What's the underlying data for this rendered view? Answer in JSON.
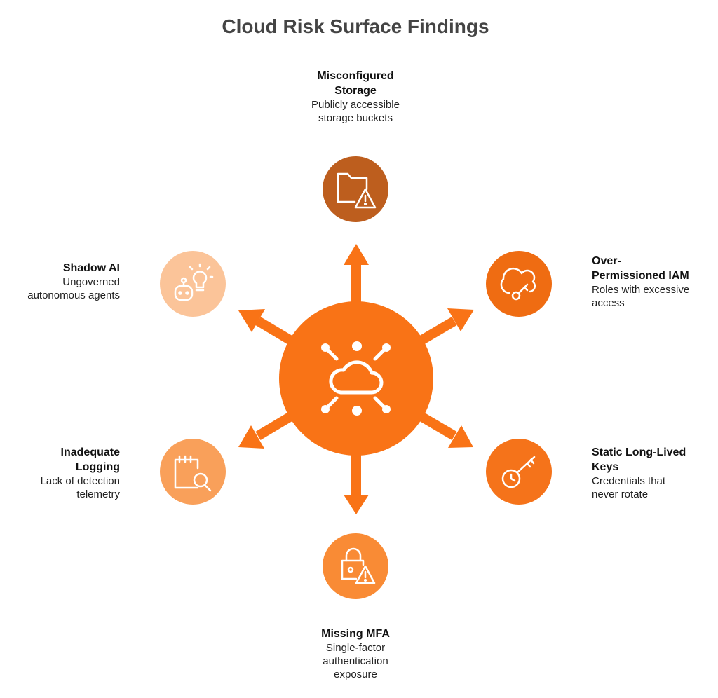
{
  "title": "Cloud Risk Surface Findings",
  "colors": {
    "center": "#f97316",
    "arrows": "#f97316",
    "storage": "#bd5e1e",
    "iam": "#ef6c12",
    "keys": "#f5731a",
    "mfa": "#f98b35",
    "logging": "#f9a05a",
    "shadow": "#fbc499"
  },
  "center": {
    "icon": "cloud-network-icon"
  },
  "findings": [
    {
      "id": "storage",
      "title": "Misconfigured Storage",
      "title_lines": [
        "Misconfigured",
        "Storage"
      ],
      "description_lines": [
        "Publicly accessible",
        "storage buckets"
      ],
      "icon": "folder-warning-icon"
    },
    {
      "id": "iam",
      "title": "Over-Permissioned IAM",
      "title_lines": [
        "Over-",
        "Permissioned IAM"
      ],
      "description_lines": [
        "Roles with excessive",
        "access"
      ],
      "icon": "cloud-key-icon"
    },
    {
      "id": "keys",
      "title": "Static Long-Lived Keys",
      "title_lines": [
        "Static Long-Lived",
        "Keys"
      ],
      "description_lines": [
        "Credentials that",
        "never rotate"
      ],
      "icon": "key-clock-icon"
    },
    {
      "id": "mfa",
      "title": "Missing MFA",
      "title_lines": [
        "Missing MFA"
      ],
      "description_lines": [
        "Single-factor",
        "authentication",
        "exposure"
      ],
      "icon": "lock-warning-icon"
    },
    {
      "id": "logging",
      "title": "Inadequate Logging",
      "title_lines": [
        "Inadequate",
        "Logging"
      ],
      "description_lines": [
        "Lack of detection",
        "telemetry"
      ],
      "icon": "notepad-search-icon"
    },
    {
      "id": "shadow",
      "title": "Shadow AI",
      "title_lines": [
        "Shadow AI"
      ],
      "description_lines": [
        "Ungoverned",
        "autonomous agents"
      ],
      "icon": "robot-idea-icon"
    }
  ]
}
